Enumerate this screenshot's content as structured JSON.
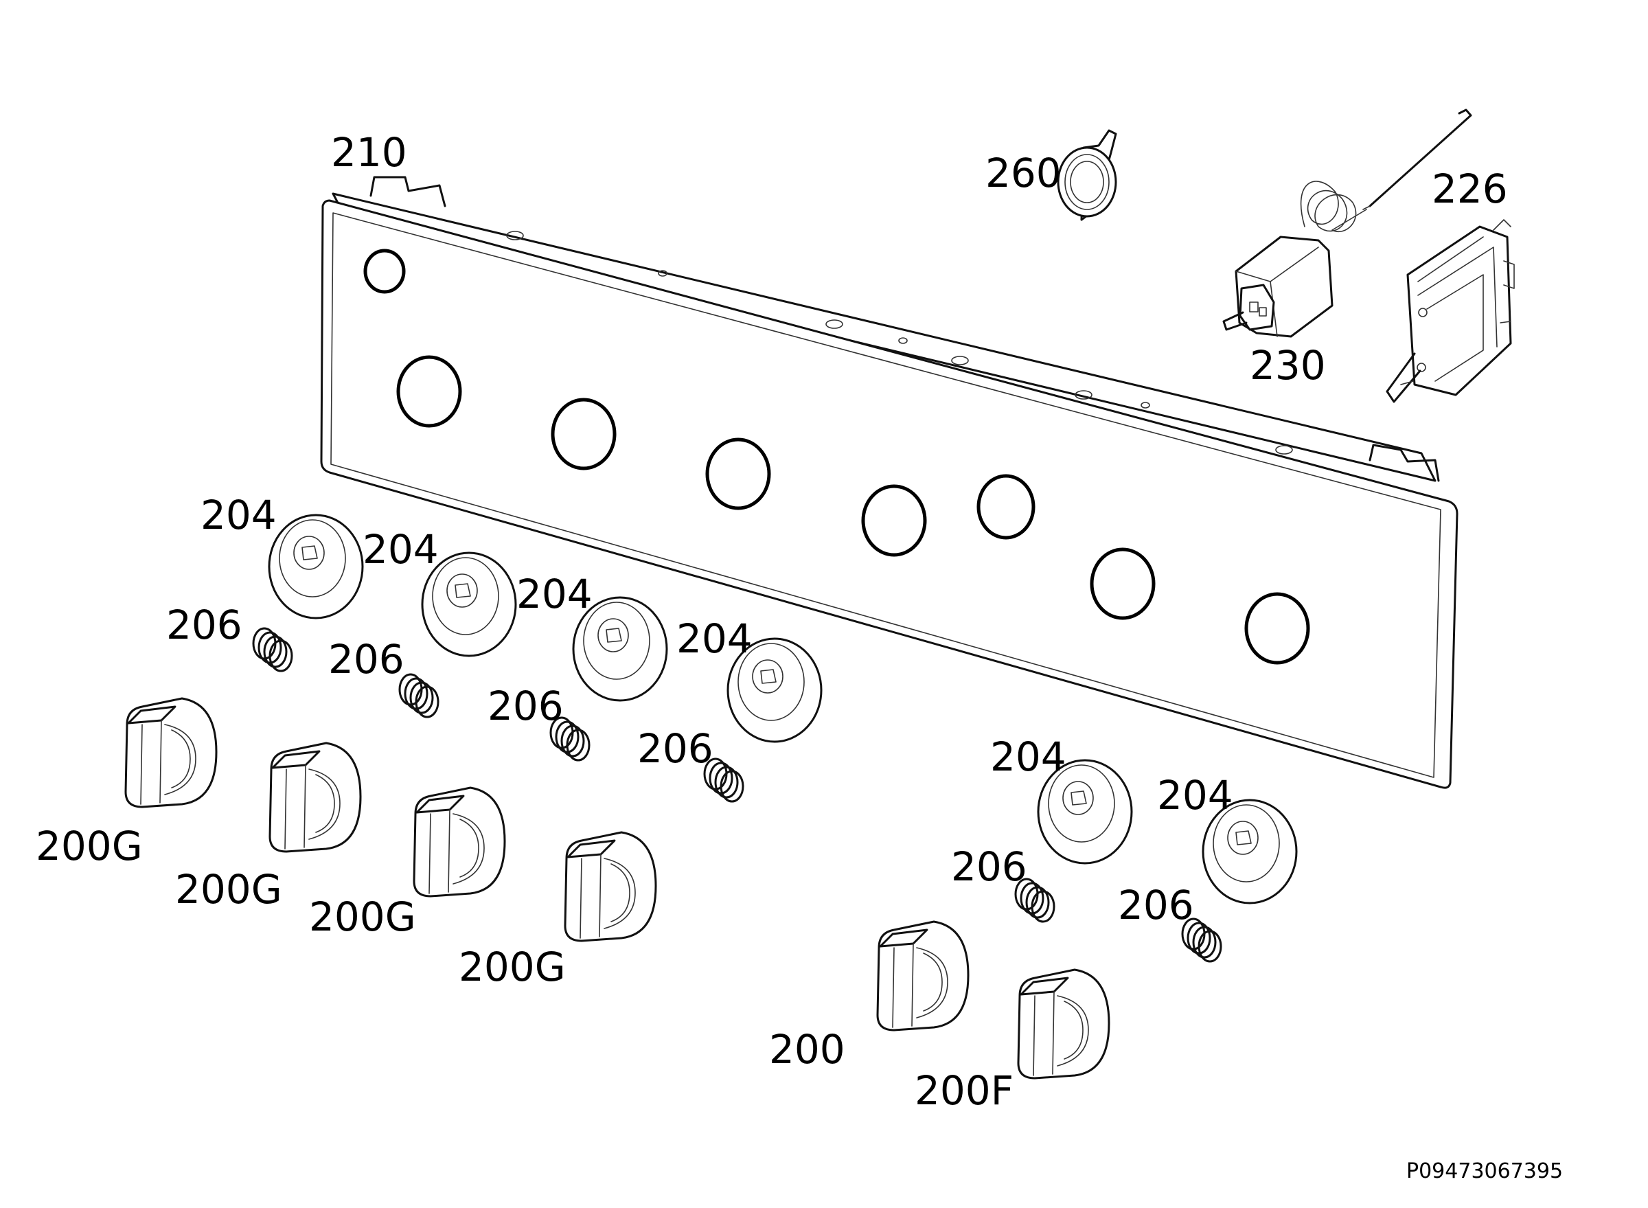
{
  "labels": {
    "p210": "210",
    "p260": "260",
    "p226": "226",
    "p230": "230",
    "p204_1": "204",
    "p204_2": "204",
    "p204_3": "204",
    "p204_4": "204",
    "p204_5": "204",
    "p204_6": "204",
    "p206_1": "206",
    "p206_2": "206",
    "p206_3": "206",
    "p206_4": "206",
    "p206_5": "206",
    "p206_6": "206",
    "p200G_1": "200G",
    "p200G_2": "200G",
    "p200G_3": "200G",
    "p200G_4": "200G",
    "p200": "200",
    "p200F": "200F"
  },
  "reference_code": "P09473067395"
}
